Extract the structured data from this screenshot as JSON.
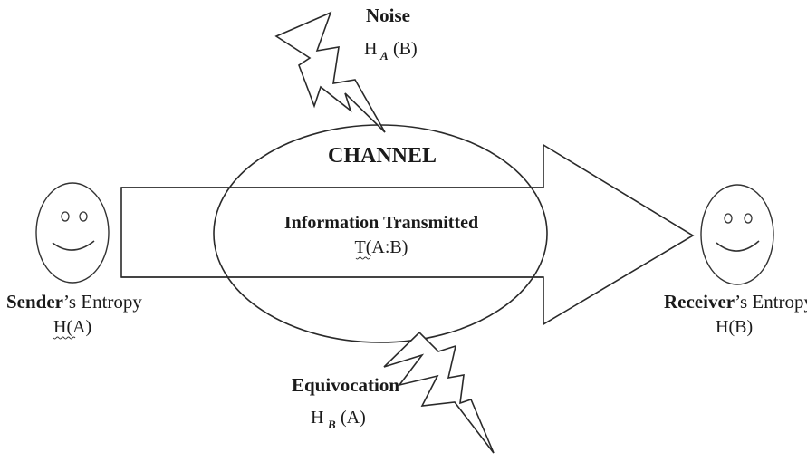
{
  "noise": {
    "label": "Noise",
    "symbol_main": "H",
    "symbol_sub": "A",
    "symbol_arg": "(B)"
  },
  "channel": {
    "title": "CHANNEL",
    "info_label": "Information Transmitted",
    "info_symbol": "T(A:B)"
  },
  "sender": {
    "label_bold": "Sender",
    "label_rest": "’s Entropy",
    "symbol": "H(A)"
  },
  "receiver": {
    "label_bold": "Receiver",
    "label_rest": "’s Entropy",
    "symbol": "H(B)"
  },
  "equivocation": {
    "label": "Equivocation",
    "symbol_main": "H",
    "symbol_sub": "B",
    "symbol_arg": "(A)"
  }
}
